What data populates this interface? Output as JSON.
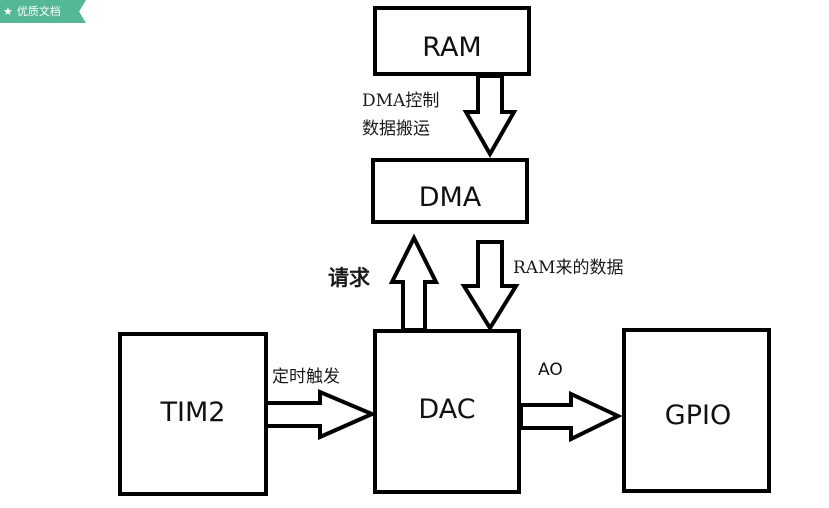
{
  "badge": {
    "icon": "star-icon",
    "star": "★",
    "label": "优质文档",
    "color": "#55b894"
  },
  "diagram": {
    "nodes": {
      "ram": "RAM",
      "dma": "DMA",
      "dac": "DAC",
      "tim2": "TIM2",
      "gpio": "GPIO"
    },
    "labels": {
      "ram_to_dma_line1": "DMA控制",
      "ram_to_dma_line2": "数据搬运",
      "dac_to_dma": "请求",
      "dma_to_dac": "RAM来的数据",
      "tim2_to_dac": "定时触发",
      "dac_to_gpio": "AO"
    },
    "edges": [
      {
        "from": "RAM",
        "to": "DMA",
        "label": "DMA控制 数据搬运"
      },
      {
        "from": "DAC",
        "to": "DMA",
        "label": "请求"
      },
      {
        "from": "DMA",
        "to": "DAC",
        "label": "RAM来的数据"
      },
      {
        "from": "TIM2",
        "to": "DAC",
        "label": "定时触发"
      },
      {
        "from": "DAC",
        "to": "GPIO",
        "label": "AO"
      }
    ]
  }
}
